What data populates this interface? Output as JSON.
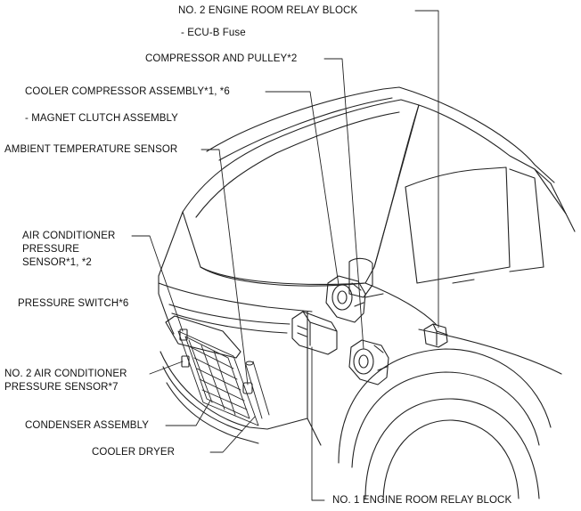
{
  "labels": {
    "no2_relay_block": "NO. 2 ENGINE ROOM RELAY BLOCK",
    "ecu_b_fuse": "- ECU-B Fuse",
    "compressor_pulley": "COMPRESSOR AND PULLEY*2",
    "cooler_compressor": "COOLER COMPRESSOR ASSEMBLY*1, *6",
    "magnet_clutch": "- MAGNET CLUTCH ASSEMBLY",
    "ambient_sensor": "AMBIENT TEMPERATURE SENSOR",
    "ac_pressure_sensor_1": "AIR CONDITIONER",
    "ac_pressure_sensor_2": "PRESSURE",
    "ac_pressure_sensor_3": "SENSOR*1, *2",
    "pressure_switch": "PRESSURE SWITCH*6",
    "no2_ac_sensor_1": "NO. 2 AIR CONDITIONER",
    "no2_ac_sensor_2": "PRESSURE SENSOR*7",
    "condenser": "CONDENSER ASSEMBLY",
    "cooler_dryer": "COOLER DRYER",
    "no1_relay_block": "NO. 1 ENGINE ROOM RELAY BLOCK"
  }
}
